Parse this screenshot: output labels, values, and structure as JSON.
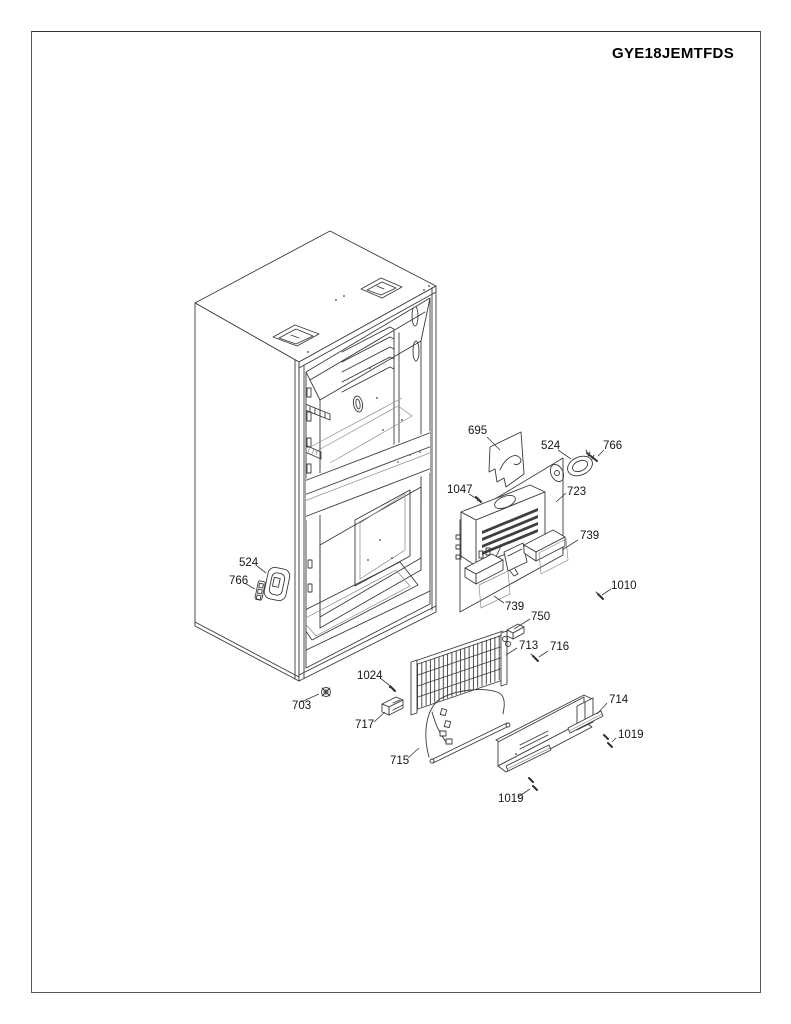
{
  "page": {
    "title": "GYE18JEMTFDS"
  },
  "diagram": {
    "description": "Exploded parts diagram of a bottom-freezer refrigerator cabinet showing evaporator cover, air dampers, evaporator coil, drain heater, brackets and fasteners",
    "part_labels": [
      "695",
      "524",
      "766",
      "1047",
      "723",
      "739",
      "1010",
      "739",
      "750",
      "713",
      "716",
      "524",
      "766",
      "1024",
      "703",
      "717",
      "715",
      "714",
      "1019",
      "1019"
    ]
  }
}
